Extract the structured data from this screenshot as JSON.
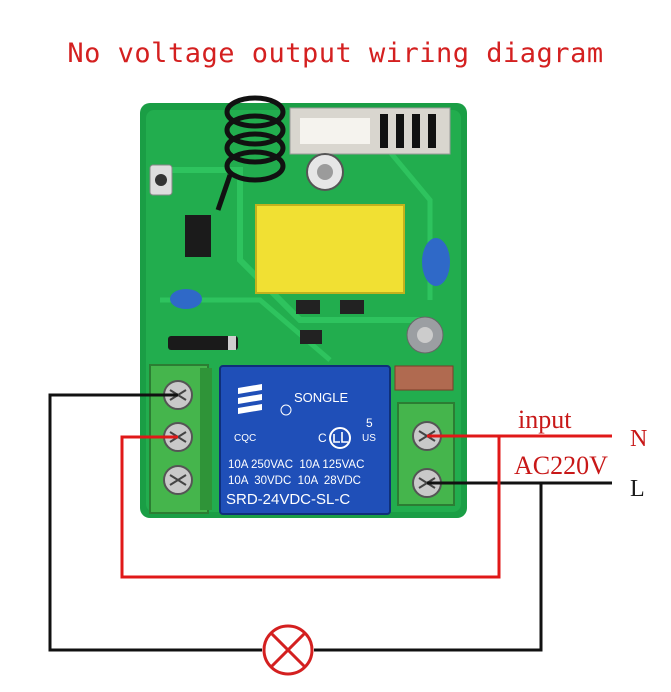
{
  "title": "No voltage output wiring diagram",
  "labels": {
    "input": "input",
    "voltage": "AC220V",
    "neutral": "N",
    "live": "L"
  },
  "relay": {
    "brand": "SONGLE",
    "cqc": "CQC",
    "pin": "5",
    "us": "US",
    "c": "C",
    "rating1": "10A 250VAC  10A 125VAC",
    "rating2": "10A  30VDC  10A  28VDC",
    "model": "SRD-24VDC-SL-C"
  },
  "colors": {
    "pcb": "#19a447",
    "relay": "#1f4fb8",
    "terminal": "#3fb04a",
    "wire_red": "#e01818",
    "wire_black": "#111111",
    "title": "#d42020"
  },
  "icons": {
    "load": "lamp-icon",
    "screw": "screw-terminal-icon"
  }
}
